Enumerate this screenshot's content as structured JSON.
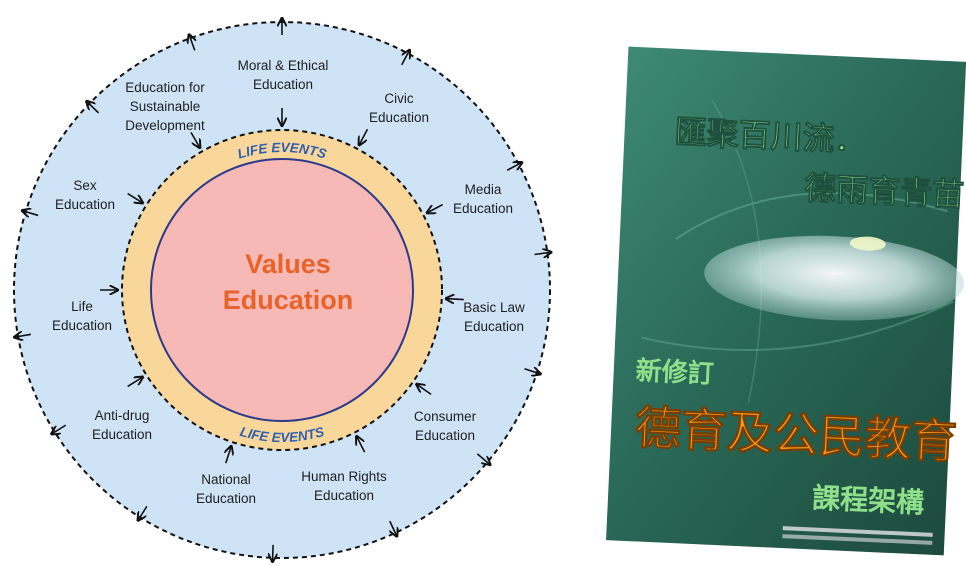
{
  "diagram": {
    "center_title": "Values\nEducation",
    "ring_label_top": "LIFE EVENTS",
    "ring_label_bottom": "LIFE EVENTS",
    "colors": {
      "outer_fill": "#cfe3f7",
      "ring_fill": "#f9d79a",
      "center_fill": "#f6b9b5",
      "center_stroke": "#2d3a8c",
      "ring_text": "#2f5fb0",
      "center_text": "#e8632a"
    },
    "topics": [
      "Moral & Ethical\nEducation",
      "Civic\nEducation",
      "Media\nEducation",
      "Basic Law\nEducation",
      "Consumer\nEducation",
      "Human Rights\nEducation",
      "National\nEducation",
      "Anti-drug\nEducation",
      "Life\nEducation",
      "Sex\nEducation",
      "Education for\nSustainable\nDevelopment"
    ]
  },
  "poster": {
    "headline_line1": "匯聚百川流．",
    "headline_line2": "德雨育青苗",
    "subtitle": "新修訂",
    "main_title": "德育及公民教育",
    "main_title_suffix": "課程架構",
    "colors": {
      "background": "#2e6b57",
      "headline": "#8ee08a",
      "title": "#f29a1e"
    }
  }
}
